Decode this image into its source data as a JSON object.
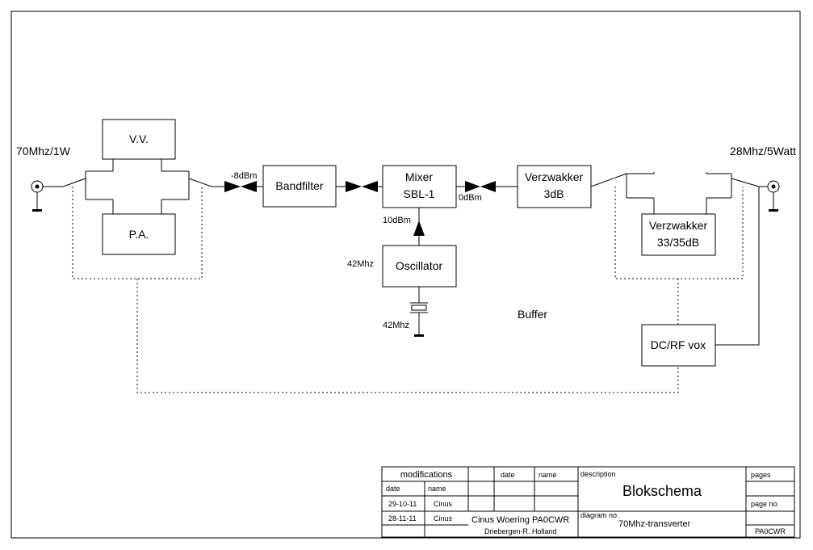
{
  "diagram": {
    "blocks": {
      "vv": "V.V.",
      "pa": "P.A.",
      "bandfilter": "Bandfilter",
      "mixer_1": "Mixer",
      "mixer_2": "SBL-1",
      "oscillator": "Oscillator",
      "amp_3db_1": "Verzwakker",
      "amp_3db_2": "3dB",
      "amp_33_1": "Verzwakker",
      "amp_33_2": "33/35dB",
      "vox": "DC/RF vox"
    },
    "labels": {
      "port_left": "70Mhz/1W",
      "port_right": "28Mhz/5Watt",
      "level_minus8": "-8dBm",
      "level_0": "0dBm",
      "level_10": "10dBm",
      "osc_freq": "42Mhz",
      "crystal_freq": "42Mhz",
      "buffer": "Buffer"
    }
  },
  "title_block": {
    "modifications": "modifications",
    "date_header": "date",
    "name_header": "name",
    "date_col": "date",
    "name_col": "name",
    "rows": [
      {
        "date": "29-10-11",
        "name": "Cinus"
      },
      {
        "date": "28-11-11",
        "name": "Cinus"
      }
    ],
    "author_1": "Cinus Woering PA0CWR",
    "author_2": "Driebergen-R.  Holland",
    "description_label": "description",
    "description": "Blokschema",
    "diagram_no_label": "diagram no.",
    "diagram_no": "70Mhz-transverter",
    "pages_label": "pages",
    "page_no_label": "page no.",
    "code": "PA0CWR"
  }
}
